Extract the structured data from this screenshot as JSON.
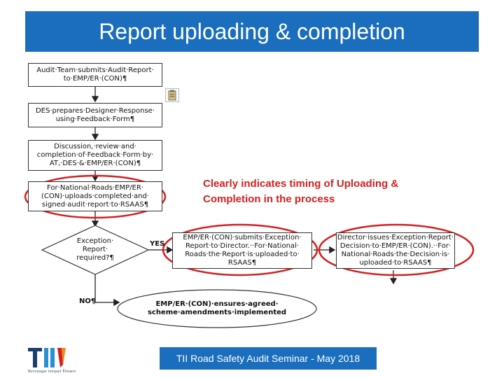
{
  "title": "Report uploading & completion",
  "flow": {
    "box1": "Audit·Team·submits·Audit·Report· to·EMP/ER·(CON)¶",
    "box2": "DES·prepares·Designer·Response· using·Feedback·Form¶",
    "box3": "Discussion,·review·and· completion·of·Feedback·Form·by· AT,·DES·&·EMP/ER·(CON)¶",
    "box4": "For·National·Roads·EMP/ER· (CON)·uploads·completed·and· signed·audit·report·to·RSAAS¶",
    "decision": "Exception· Report· required?¶",
    "box_submit": "EMP/ER·(CON)·submits·Exception· Report·to·Director.··For·National· Roads·the·Report·is·uploaded·to· RSAAS¶",
    "box_director": "Director·issues·Exception·Report· Decision·to·EMP/ER·(CON).··For· National·Roads·the·Decision·is· uploaded·to·RSAAS¶",
    "box_final": "EMP/ER·(CON)·ensures·agreed· scheme·amendments·implemented",
    "yes_label": "YES",
    "no_label": "NO¶"
  },
  "callout": {
    "line1": "Clearly indicates timing of Uploading &",
    "line2": "Completion in the process",
    "color": "#d42020"
  },
  "footer": "TII Road Safety Audit Seminar - May 2018",
  "logo": {
    "text": "TII",
    "subtext": "Bonneagar Iompair Éireann"
  },
  "colors": {
    "title_bg": "#1a6ebd",
    "highlight_ellipse": "#d42020"
  }
}
